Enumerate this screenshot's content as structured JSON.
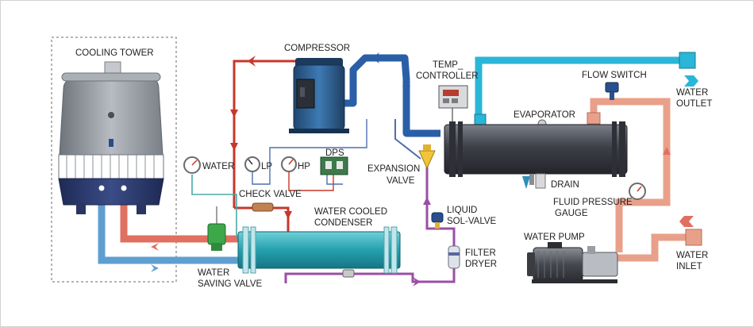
{
  "labels": {
    "cooling_tower": "COOLING TOWER",
    "compressor": "COMPRESSOR",
    "temp_controller_1": "TEMP_",
    "temp_controller_2": "CONTROLLER",
    "flow_switch": "FLOW SWITCH",
    "water_outlet_1": "WATER",
    "water_outlet_2": "OUTLET",
    "evaporator": "EVAPORATOR",
    "water_gauge": "WATER",
    "lp": "LP",
    "hp": "HP",
    "dps": "DPS",
    "expansion_valve_1": "EXPANSION",
    "expansion_valve_2": "VALVE",
    "drain": "DRAIN",
    "check_valve": "CHECK VALVE",
    "fluid_pressure_gauge_1": "FLUID PRESSURE",
    "fluid_pressure_gauge_2": "GAUGE",
    "water_cooled_condenser_1": "WATER COOLED",
    "water_cooled_condenser_2": "CONDENSER",
    "liquid_sol_valve_1": "LIQUID",
    "liquid_sol_valve_2": "SOL-VALVE",
    "water_pump": "WATER PUMP",
    "water_inlet_1": "WATER",
    "water_inlet_2": "INLET",
    "filter_dryer_1": "FILTER",
    "filter_dryer_2": "DRYER",
    "water_saving_valve_1": "WATER",
    "water_saving_valve_2": "SAVING VALVE"
  },
  "colors": {
    "cold_water": "#29b6d8",
    "warm_water": "#e9a08a",
    "hot_refrigerant": "#c7372b",
    "suction_refrigerant": "#2a5fa8",
    "liquid_refrigerant": "#9a4fa6",
    "condenser_body": "#2aa7b4",
    "evaporator_body": "#4c4e58",
    "tower_body": "#8d939a"
  }
}
